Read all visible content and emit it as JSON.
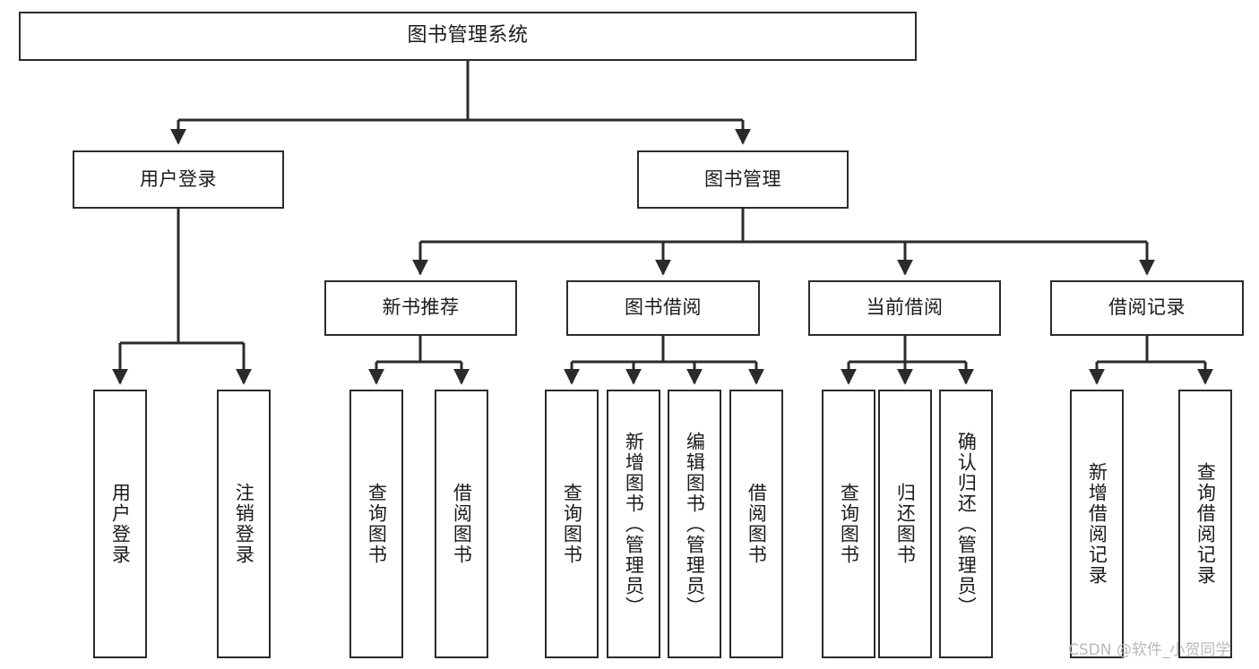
{
  "diagram": {
    "title": "图书管理系统",
    "type": "tree-hierarchy-chart",
    "orientation": "top-down",
    "colors": {
      "box_border": "#2b2b2b",
      "box_fill": "#ffffff",
      "edge": "#2b2b2b",
      "text": "#1a1a1a",
      "watermark": "#b9b9b9",
      "background": "#ffffff"
    }
  },
  "watermark": {
    "text": "CSDN @软件_小贺同学"
  },
  "nodes": {
    "root": {
      "label": "图书管理系统"
    },
    "level2": [
      {
        "id": "user-login",
        "label": "用户登录"
      },
      {
        "id": "book-management",
        "label": "图书管理"
      }
    ],
    "level3": [
      {
        "id": "new-book-recommend",
        "label": "新书推荐"
      },
      {
        "id": "book-borrow",
        "label": "图书借阅"
      },
      {
        "id": "current-borrow",
        "label": "当前借阅"
      },
      {
        "id": "borrow-record",
        "label": "借阅记录"
      }
    ],
    "leaves": {
      "user_login": [
        {
          "id": "leaf-user-login",
          "label": "用户登录"
        },
        {
          "id": "leaf-logout-login",
          "label": "注销登录"
        }
      ],
      "new_book_recommend": [
        {
          "id": "leaf-query-book-1",
          "label": "查询图书"
        },
        {
          "id": "leaf-borrow-book-1",
          "label": "借阅图书"
        }
      ],
      "book_borrow": [
        {
          "id": "leaf-query-book-2",
          "label": "查询图书"
        },
        {
          "id": "leaf-add-book",
          "label": "新增图书（管理员）"
        },
        {
          "id": "leaf-edit-book",
          "label": "编辑图书（管理员）"
        },
        {
          "id": "leaf-borrow-book-2",
          "label": "借阅图书"
        }
      ],
      "current_borrow": [
        {
          "id": "leaf-query-book-3",
          "label": "查询图书"
        },
        {
          "id": "leaf-return-book",
          "label": "归还图书"
        },
        {
          "id": "leaf-confirm-return",
          "label": "确认归还（管理员）"
        }
      ],
      "borrow_record": [
        {
          "id": "leaf-add-record",
          "label": "新增借阅记录"
        },
        {
          "id": "leaf-query-record",
          "label": "查询借阅记录"
        }
      ]
    }
  }
}
